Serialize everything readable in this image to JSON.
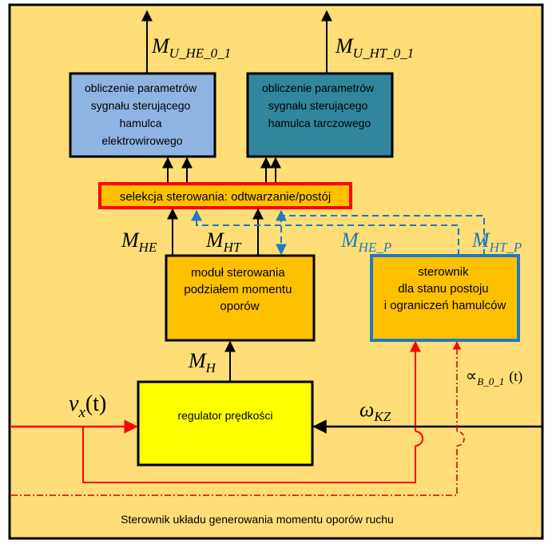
{
  "boxes": {
    "electro": {
      "lines": [
        "obliczenie parametrów",
        "sygnału sterującego",
        "hamulca",
        "elektrowirowego"
      ],
      "fill": "#8db4e2"
    },
    "disc": {
      "lines": [
        "obliczenie parametrów",
        "sygnału sterującego",
        "hamulca tarczowego"
      ],
      "fill": "#31859c"
    },
    "selection": {
      "label": "selekcja sterowania:  odtwarzanie/postój",
      "fill": "#ffc000",
      "border": "#ff0000"
    },
    "module": {
      "lines": [
        "moduł sterowania",
        "podziałem momentu",
        "oporów"
      ],
      "fill": "#ffc000"
    },
    "stand": {
      "lines": [
        "sterownik",
        "dla stanu postoju",
        "i ograniczeń hamulców"
      ],
      "fill": "#ffc000",
      "border": "#1f7ac2"
    },
    "regulator": {
      "label": "regulator prędkości",
      "fill": "#ffff00"
    }
  },
  "labels": {
    "mu_he": {
      "base": "M",
      "sub": "U_HE_0_1"
    },
    "mu_ht": {
      "base": "M",
      "sub": "U_HT_0_1"
    },
    "m_he": {
      "base": "M",
      "sub": "HE"
    },
    "m_ht": {
      "base": "M",
      "sub": "HT"
    },
    "m_he_p": {
      "base": "M",
      "sub": "HE_P"
    },
    "m_ht_p": {
      "base": "M",
      "sub": "HT_P"
    },
    "m_h": {
      "base": "M",
      "sub": "H"
    },
    "vx": {
      "base": "v",
      "sub": "x",
      "tail": "(t)"
    },
    "omega": {
      "base": "ω",
      "sub": "KZ"
    },
    "alpha": {
      "base": "∝",
      "sub": "B_0_1",
      "tail": "(t)"
    }
  },
  "caption": "Sterownik układu generowania  momentu oporów ruchu",
  "colors": {
    "background": "#ffdd77",
    "frame": "#000000",
    "signal_red": "#ff0000",
    "signal_blue": "#1f7ac2",
    "dashdot_red": "#cc0000"
  }
}
